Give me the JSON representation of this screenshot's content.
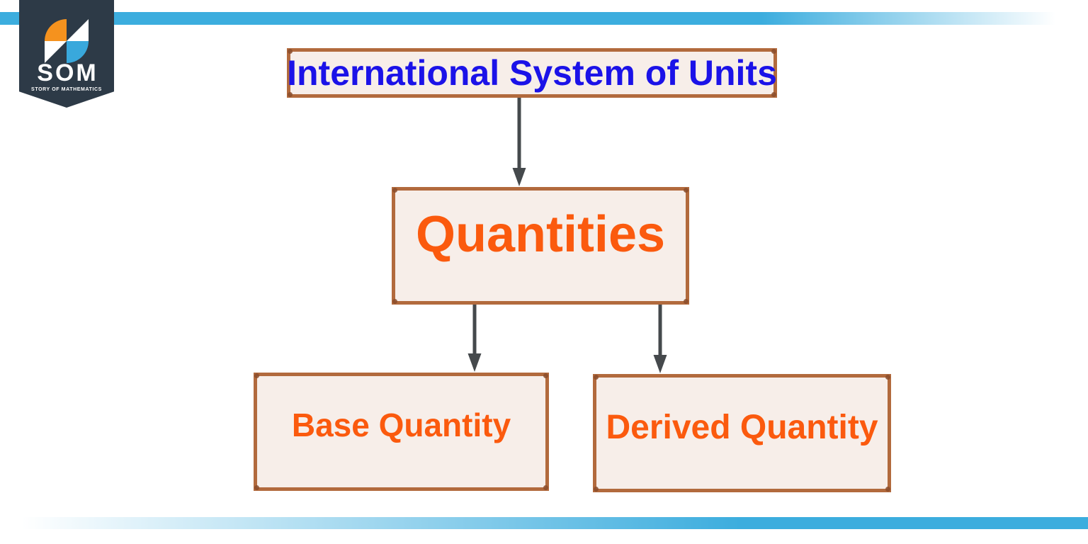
{
  "logo": {
    "acronym": "SOM",
    "tagline": "STORY OF MATHEMATICS"
  },
  "diagram": {
    "type": "flowchart",
    "nodes": [
      {
        "id": "siu",
        "label": "International System of Units",
        "text_color": "#1b12e8"
      },
      {
        "id": "quantities",
        "label": "Quantities",
        "text_color": "#fb5a0e"
      },
      {
        "id": "base_quantity",
        "label": "Base Quantity",
        "text_color": "#fb5a0e"
      },
      {
        "id": "derived_quantity",
        "label": "Derived Quantity",
        "text_color": "#fb5a0e"
      }
    ],
    "edges": [
      {
        "from": "siu",
        "to": "quantities"
      },
      {
        "from": "quantities",
        "to": "base_quantity"
      },
      {
        "from": "quantities",
        "to": "derived_quantity"
      }
    ]
  },
  "colors": {
    "accent_bar_blue": "#3cadde",
    "node_background": "#f7eee9",
    "node_border": "#b26a3d",
    "corner_dot": "#8a4c2b",
    "arrow_gray": "#45494c",
    "badge_background": "#2d3a47",
    "logo_orange": "#f5921e",
    "logo_blue": "#39a8dc",
    "title_text_blue": "#1b12e8",
    "quantity_text_orange": "#fb5a0e"
  }
}
